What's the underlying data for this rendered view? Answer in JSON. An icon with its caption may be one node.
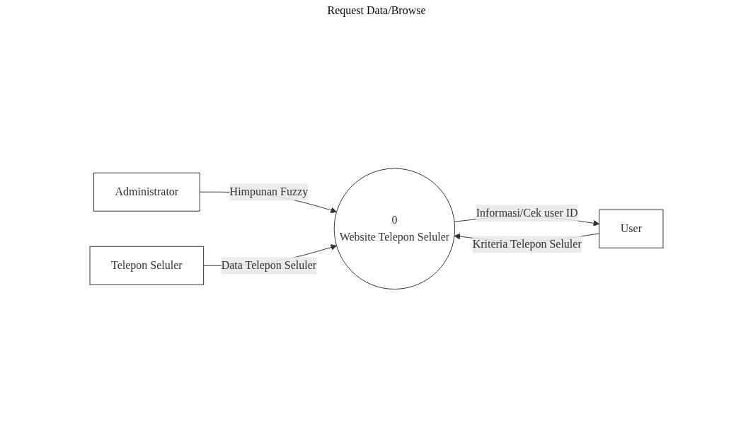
{
  "diagram": {
    "nodes": [
      {
        "text": [
          "Administrator"
        ]
      },
      {
        "text": [
          "User"
        ]
      },
      {
        "text": [
          "0",
          "Website Telepon Seluler"
        ]
      },
      {
        "text": [
          "Telepon Seluler"
        ]
      }
    ],
    "edges": [
      {
        "from": 0,
        "to": 2,
        "arrow": "to",
        "label": "Himpunan Fuzzy"
      },
      {
        "from": 1,
        "to": 2,
        "arrow": "to",
        "label": "Kriteria Telepon Seluler"
      },
      {
        "from": 2,
        "to": 1,
        "arrow": "to",
        "label": "Informasi/Cek user ID"
      },
      {
        "from": 3,
        "to": 2,
        "arrow": "to",
        "label": "Data Telepon Seluler"
      }
    ],
    "labels": [
      "Request Data/Browse"
    ]
  }
}
